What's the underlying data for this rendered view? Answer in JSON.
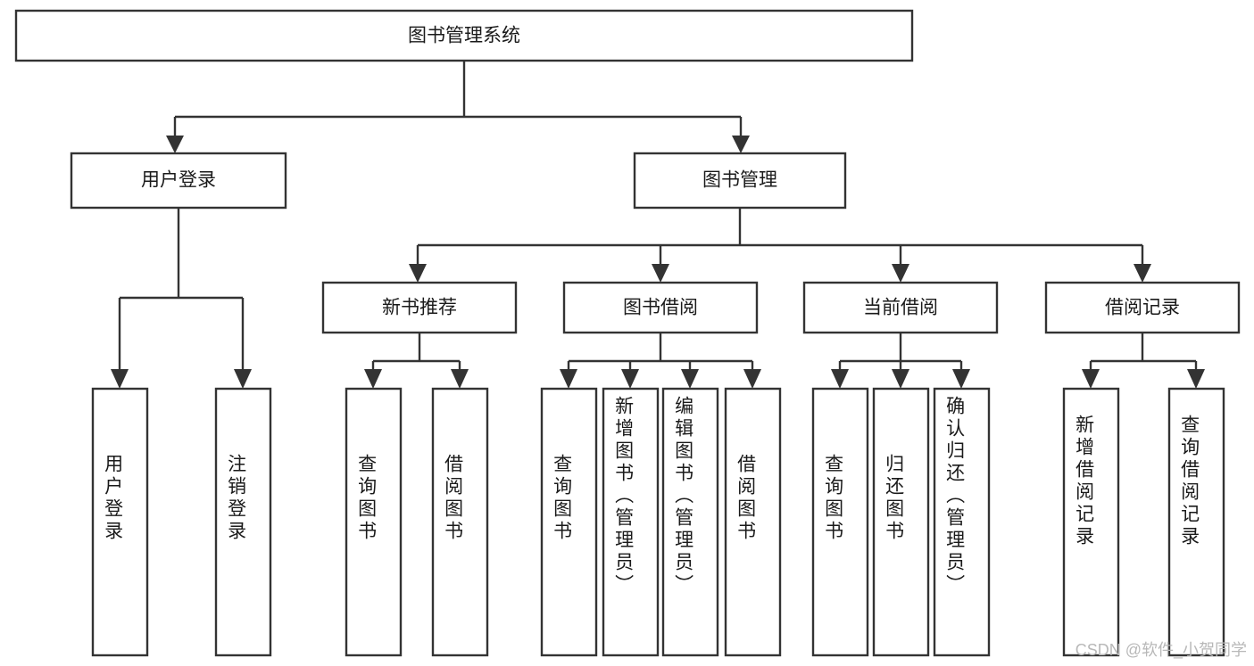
{
  "diagram": {
    "type": "tree-hierarchy",
    "title": "图书管理系统",
    "orientation": "top-down",
    "levels": {
      "root": {
        "label": "图书管理系统"
      },
      "level2": [
        {
          "id": "user-login",
          "label": "用户登录"
        },
        {
          "id": "book-management",
          "label": "图书管理"
        }
      ],
      "level3": [
        {
          "id": "new-book-recommend",
          "label": "新书推荐",
          "parent": "book-management"
        },
        {
          "id": "book-borrow",
          "label": "图书借阅",
          "parent": "book-management"
        },
        {
          "id": "current-borrow",
          "label": "当前借阅",
          "parent": "book-management"
        },
        {
          "id": "borrow-record",
          "label": "借阅记录",
          "parent": "book-management"
        }
      ],
      "leaves": [
        {
          "id": "leaf-user-login",
          "label": "用户登录",
          "parent": "user-login"
        },
        {
          "id": "leaf-user-logout",
          "label": "注销登录",
          "parent": "user-login"
        },
        {
          "id": "leaf-query-book-1",
          "label": "查询图书",
          "parent": "new-book-recommend"
        },
        {
          "id": "leaf-borrow-book-1",
          "label": "借阅图书",
          "parent": "new-book-recommend"
        },
        {
          "id": "leaf-query-book-2",
          "label": "查询图书",
          "parent": "book-borrow"
        },
        {
          "id": "leaf-add-book",
          "label": "新增图书（管理员）",
          "parent": "book-borrow"
        },
        {
          "id": "leaf-edit-book",
          "label": "编辑图书（管理员）",
          "parent": "book-borrow"
        },
        {
          "id": "leaf-borrow-book-2",
          "label": "借阅图书",
          "parent": "book-borrow"
        },
        {
          "id": "leaf-query-book-3",
          "label": "查询图书",
          "parent": "current-borrow"
        },
        {
          "id": "leaf-return-book",
          "label": "归还图书",
          "parent": "current-borrow"
        },
        {
          "id": "leaf-confirm-return",
          "label": "确认归还（管理员）",
          "parent": "current-borrow"
        },
        {
          "id": "leaf-add-record",
          "label": "新增借阅记录",
          "parent": "borrow-record"
        },
        {
          "id": "leaf-query-record",
          "label": "查询借阅记录",
          "parent": "borrow-record"
        }
      ]
    },
    "colors": {
      "stroke": "#333333",
      "fill": "#ffffff",
      "text": "#1a1a1a",
      "watermark": "#b8b8b8"
    }
  },
  "watermark": {
    "text": "CSDN @软件_小贺同学"
  }
}
